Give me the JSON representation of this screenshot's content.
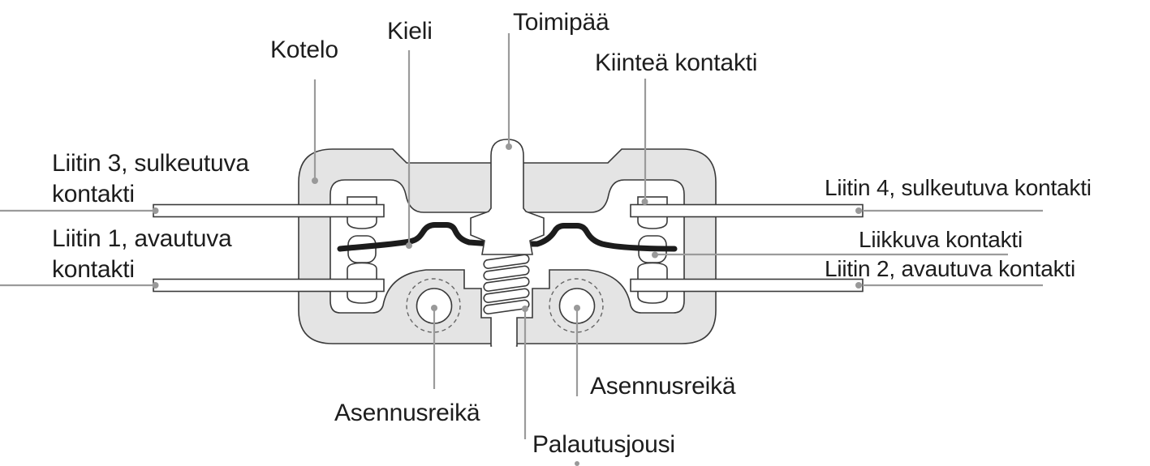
{
  "diagram": {
    "type": "labeled-technical-diagram",
    "labels": {
      "kotelo": "Kotelo",
      "kieli": "Kieli",
      "toimipaa": "Toimipää",
      "kiintea_kontakti": "Kiinteä kontakti",
      "liitin3": {
        "line1": "Liitin 3, sulkeutuva",
        "line2": "kontakti"
      },
      "liitin1": {
        "line1": "Liitin 1, avautuva",
        "line2": "kontakti"
      },
      "liitin4": "Liitin 4, sulkeutuva kontakti",
      "liikkuva_kontakti": "Liikkuva kontakti",
      "liitin2": "Liitin 2, avautuva kontakti",
      "asennusreika_left": "Asennusreikä",
      "asennusreika_right": "Asennusreikä",
      "palautusjousi": "Palautusjousi"
    },
    "colors": {
      "background": "#ffffff",
      "housing_fill": "#e4e4e4",
      "outline": "#3a3a3a",
      "blade": "#1c1c1c",
      "leader_line": "#9b9b9b",
      "text": "#1d1d1d"
    }
  }
}
